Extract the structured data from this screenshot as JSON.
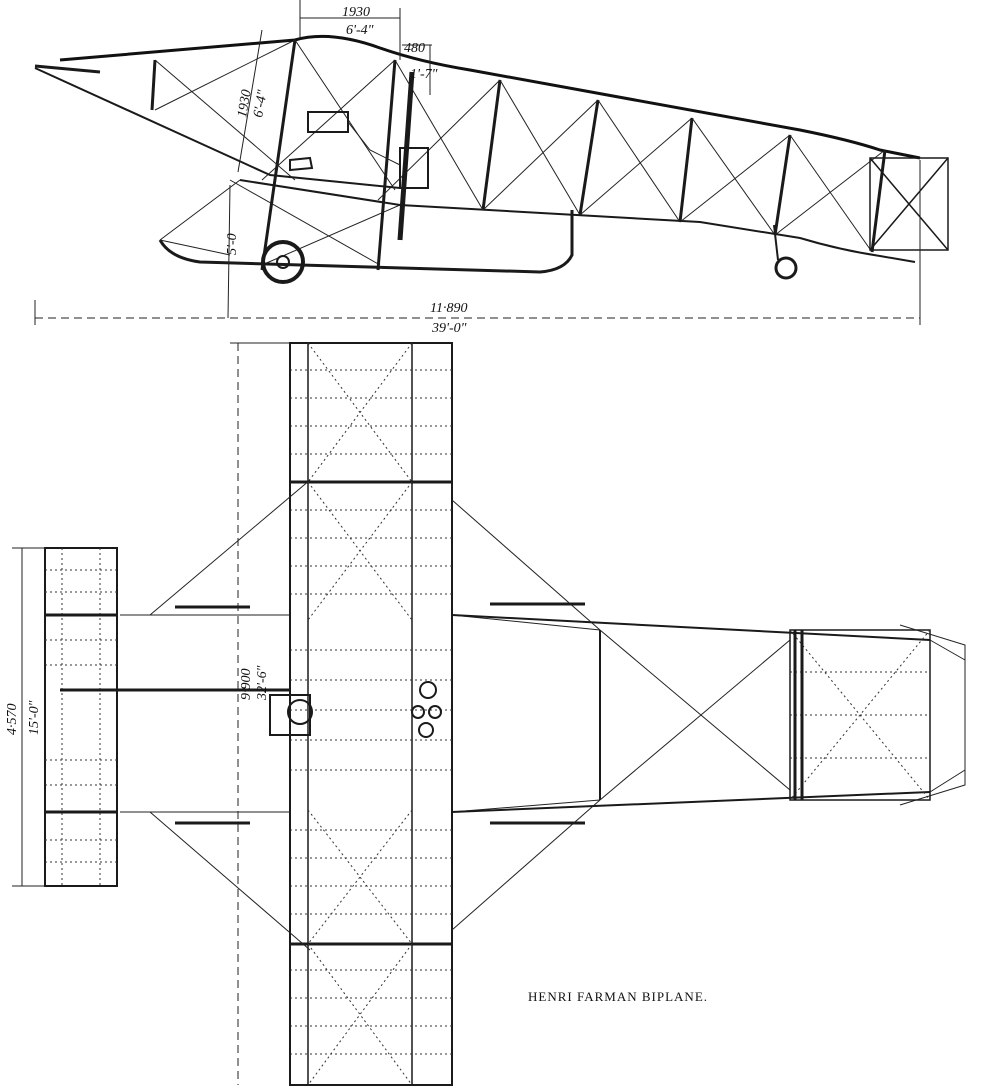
{
  "caption": "HENRI FARMAN BIPLANE.",
  "side_view": {
    "dim_gap_top_mm": "1930",
    "dim_gap_top_ft": "6'-4\"",
    "dim_top_a": "480",
    "dim_top_b": "1'-7\"",
    "dim_height_mm": "1930",
    "dim_height_ft": "6'-4\"",
    "dim_ground_ft": "5'-0",
    "overall_length_mm": "11·890",
    "overall_length_ft": "39'-0\""
  },
  "plan_view": {
    "span_mm": "9·900",
    "span_ft": "32'-6\"",
    "elevator_span_mm": "4·570",
    "elevator_span_ft": "15'-0\""
  }
}
